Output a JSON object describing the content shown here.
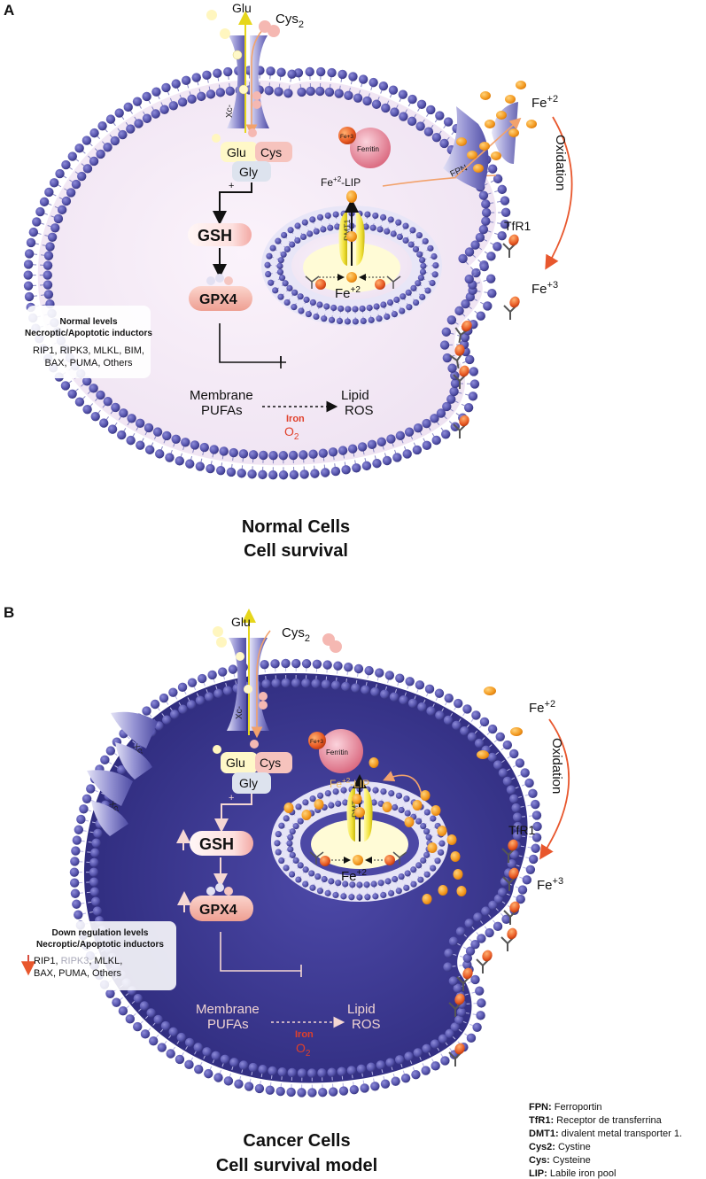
{
  "panelA": {
    "letter": "A",
    "glu": "Glu",
    "cys2_main": "Cys",
    "cys2_sub": "2",
    "xc": "Xc-",
    "box_glu": "Glu",
    "box_cys": "Cys",
    "box_gly": "Gly",
    "plus": "+",
    "gsh": "GSH",
    "gpx4": "GPX4",
    "ferritin": "Ferritin",
    "fe3_badge": "Fe+3",
    "lip_main": "Fe",
    "lip_sup": "+2",
    "lip_tail": "-LIP",
    "dmt1": "DMT1",
    "nucleus_fe_main": "Fe",
    "nucleus_fe_sup": "+2",
    "fpn": "FPN",
    "fe2_out_main": "Fe",
    "fe2_out_sup": "+2",
    "oxidation": "Oxidation",
    "tfr1": "TfR1",
    "fe3_out_main": "Fe",
    "fe3_out_sup": "+3",
    "inductors_title1": "Normal levels",
    "inductors_title2": "Necroptic/Apoptotic inductors",
    "inductors_line1": "RIP1, RIPK3, MLKL, BIM,",
    "inductors_line2": "BAX, PUMA, Others",
    "membrane": "Membrane",
    "pufas": "PUFAs",
    "iron": "Iron",
    "o2_main": "O",
    "o2_sub": "2",
    "lipid": "Lipid",
    "ros": "ROS",
    "caption1": "Normal Cells",
    "caption2": "Cell survival"
  },
  "panelB": {
    "letter": "B",
    "glu": "Glu",
    "cys2_main": "Cys",
    "cys2_sub": "2",
    "xc": "Xc-",
    "box_glu": "Glu",
    "box_cys": "Cys",
    "box_gly": "Gly",
    "plus": "+",
    "gsh": "GSH",
    "gpx4": "GPX4",
    "ferritin": "Ferritin",
    "fe3_badge": "Fe+3",
    "lip_main": "Fe",
    "lip_sup": "+2",
    "lip_tail": "-LIP",
    "dmt1": "DMT1",
    "nucleus_fe_main": "Fe",
    "nucleus_fe_sup": "+2",
    "fe2_out_main": "Fe",
    "fe2_out_sup": "+2",
    "oxidation": "Oxidation",
    "tfr1": "TfR1",
    "fe3_out_main": "Fe",
    "fe3_out_sup": "+3",
    "inductors_title1": "Down regulation levels",
    "inductors_title2": "Necroptic/Apoptotic inductors",
    "ind_rip1": "RIP1, ",
    "ind_ripk3": "RIPK3",
    "ind_rest1": ", MLKL,",
    "inductors_line2": "BAX, PUMA, Others",
    "membrane": "Membrane",
    "pufas": "PUFAs",
    "iron": "Iron",
    "o2_main": "O",
    "o2_sub": "2",
    "lipid": "Lipid",
    "ros": "ROS",
    "caption1": "Cancer Cells",
    "caption2": "Cell survival model"
  },
  "legend": [
    {
      "key": "FPN:",
      "value": " Ferroportin"
    },
    {
      "key": "TfR1:",
      "value": " Receptor de transferrina"
    },
    {
      "key": "DMT1:",
      "value": " divalent metal transporter 1."
    },
    {
      "key": "Cys2:",
      "value": " Cystine"
    },
    {
      "key": "Cys:",
      "value": " Cysteine"
    },
    {
      "key": "LIP:",
      "value": " Labile iron pool"
    }
  ],
  "colors": {
    "membrane_head": "#5a58b0",
    "membrane_head_dark": "#34327e",
    "cell_normal": "#f4eaf4",
    "cell_cancer": "#3a3690",
    "nucleus_fill": "#fffbd6",
    "iron_orange": "#f39a20",
    "iron_red": "#e2502a",
    "gsh_pink": "#f3b3ae",
    "oxidation_arrow": "#e8572d",
    "iron_label": "#e0402a"
  }
}
